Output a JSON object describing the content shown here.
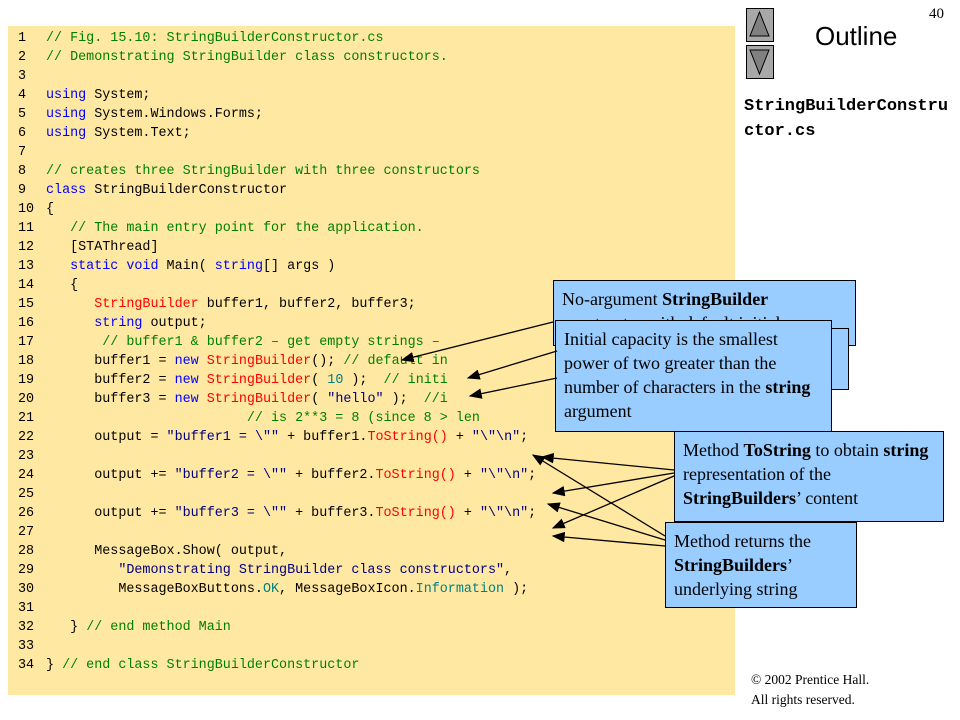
{
  "slide": {
    "page_number": "40",
    "outline_label": "Outline",
    "file_name": "StringBuilderConstructor.cs",
    "copyright_line1": "© 2002 Prentice Hall.",
    "copyright_line2": "All rights reserved."
  },
  "navigation": {
    "up": "up-arrow-icon",
    "down": "down-arrow-icon",
    "button_color": "#a8a8a8"
  },
  "code_lines": [
    {
      "n": "1",
      "parts": [
        {
          "t": "// Fig. 15.10: StringBuilderConstructor.cs",
          "c": "c"
        }
      ]
    },
    {
      "n": "2",
      "parts": [
        {
          "t": "// Demonstrating StringBuilder class constructors.",
          "c": "c"
        }
      ]
    },
    {
      "n": "3",
      "parts": []
    },
    {
      "n": "4",
      "parts": [
        {
          "t": "using",
          "c": "k"
        },
        {
          "t": " System;",
          "c": "p"
        }
      ]
    },
    {
      "n": "5",
      "parts": [
        {
          "t": "using",
          "c": "k"
        },
        {
          "t": " System.Windows.Forms;",
          "c": "p"
        }
      ]
    },
    {
      "n": "6",
      "parts": [
        {
          "t": "using",
          "c": "k"
        },
        {
          "t": " System.Text;",
          "c": "p"
        }
      ]
    },
    {
      "n": "7",
      "parts": []
    },
    {
      "n": "8",
      "parts": [
        {
          "t": "// creates three StringBuilder with three constructors",
          "c": "c"
        }
      ]
    },
    {
      "n": "9",
      "parts": [
        {
          "t": "class",
          "c": "k"
        },
        {
          "t": " StringBuilderConstructor",
          "c": "p"
        }
      ]
    },
    {
      "n": "10",
      "parts": [
        {
          "t": "{",
          "c": "p"
        }
      ]
    },
    {
      "n": "11",
      "parts": [
        {
          "t": "   // The main entry point for the application.",
          "c": "c"
        }
      ]
    },
    {
      "n": "12",
      "parts": [
        {
          "t": "   [STAThread]",
          "c": "p"
        }
      ]
    },
    {
      "n": "13",
      "parts": [
        {
          "t": "   ",
          "c": "p"
        },
        {
          "t": "static void",
          "c": "k"
        },
        {
          "t": " Main( ",
          "c": "p"
        },
        {
          "t": "string",
          "c": "k"
        },
        {
          "t": "[] args )",
          "c": "p"
        }
      ]
    },
    {
      "n": "14",
      "parts": [
        {
          "t": "   {",
          "c": "p"
        }
      ]
    },
    {
      "n": "15",
      "parts": [
        {
          "t": "      ",
          "c": "p"
        },
        {
          "t": "StringBuilder",
          "c": "t"
        },
        {
          "t": " buffer1, buffer2, buffer3;",
          "c": "p"
        }
      ]
    },
    {
      "n": "16",
      "parts": [
        {
          "t": "      ",
          "c": "p"
        },
        {
          "t": "string",
          "c": "k"
        },
        {
          "t": " output;",
          "c": "p"
        }
      ]
    },
    {
      "n": "17",
      "parts": [
        {
          "t": "       // buffer1 & buffer2 – get empty strings –",
          "c": "c"
        }
      ]
    },
    {
      "n": "18",
      "parts": [
        {
          "t": "      buffer1 = ",
          "c": "p"
        },
        {
          "t": "new",
          "c": "k"
        },
        {
          "t": " ",
          "c": "p"
        },
        {
          "t": "StringBuilder",
          "c": "t"
        },
        {
          "t": "(); ",
          "c": "p"
        },
        {
          "t": "// default in",
          "c": "c"
        }
      ]
    },
    {
      "n": "19",
      "parts": [
        {
          "t": "      buffer2 = ",
          "c": "p"
        },
        {
          "t": "new",
          "c": "k"
        },
        {
          "t": " ",
          "c": "p"
        },
        {
          "t": "StringBuilder",
          "c": "t"
        },
        {
          "t": "( ",
          "c": "p"
        },
        {
          "t": "10",
          "c": "a"
        },
        {
          "t": " );  ",
          "c": "p"
        },
        {
          "t": "// initi",
          "c": "c"
        }
      ]
    },
    {
      "n": "20",
      "parts": [
        {
          "t": "      buffer3 = ",
          "c": "p"
        },
        {
          "t": "new",
          "c": "k"
        },
        {
          "t": " ",
          "c": "p"
        },
        {
          "t": "StringBuilder",
          "c": "t"
        },
        {
          "t": "( ",
          "c": "p"
        },
        {
          "t": "\"hello\"",
          "c": "s"
        },
        {
          "t": " );  ",
          "c": "p"
        },
        {
          "t": "//i",
          "c": "c"
        }
      ]
    },
    {
      "n": "21",
      "parts": [
        {
          "t": "                         // is 2**3 = 8 (since 8 > len",
          "c": "c"
        }
      ]
    },
    {
      "n": "22",
      "parts": [
        {
          "t": "      output = ",
          "c": "p"
        },
        {
          "t": "\"buffer1 = \\\"\"",
          "c": "s"
        },
        {
          "t": " + buffer1.",
          "c": "p"
        },
        {
          "t": "ToString()",
          "c": "t"
        },
        {
          "t": " + ",
          "c": "p"
        },
        {
          "t": "\"\\\"\\n\"",
          "c": "s"
        },
        {
          "t": ";",
          "c": "p"
        }
      ]
    },
    {
      "n": "23",
      "parts": []
    },
    {
      "n": "24",
      "parts": [
        {
          "t": "      output += ",
          "c": "p"
        },
        {
          "t": "\"buffer2 = \\\"\"",
          "c": "s"
        },
        {
          "t": " + buffer2.",
          "c": "p"
        },
        {
          "t": "ToString()",
          "c": "t"
        },
        {
          "t": " + ",
          "c": "p"
        },
        {
          "t": "\"\\\"\\n\"",
          "c": "s"
        },
        {
          "t": ";",
          "c": "p"
        }
      ]
    },
    {
      "n": "25",
      "parts": []
    },
    {
      "n": "26",
      "parts": [
        {
          "t": "      output += ",
          "c": "p"
        },
        {
          "t": "\"buffer3 = \\\"\"",
          "c": "s"
        },
        {
          "t": " + buffer3.",
          "c": "p"
        },
        {
          "t": "ToString()",
          "c": "t"
        },
        {
          "t": " + ",
          "c": "p"
        },
        {
          "t": "\"\\\"\\n\"",
          "c": "s"
        },
        {
          "t": ";",
          "c": "p"
        }
      ]
    },
    {
      "n": "27",
      "parts": []
    },
    {
      "n": "28",
      "parts": [
        {
          "t": "      MessageBox.Show( output,",
          "c": "p"
        }
      ]
    },
    {
      "n": "29",
      "parts": [
        {
          "t": "         ",
          "c": "p"
        },
        {
          "t": "\"Demonstrating StringBuilder class constructors\"",
          "c": "s"
        },
        {
          "t": ",",
          "c": "p"
        }
      ]
    },
    {
      "n": "30",
      "parts": [
        {
          "t": "         MessageBoxButtons.",
          "c": "p"
        },
        {
          "t": "OK",
          "c": "a"
        },
        {
          "t": ", MessageBoxIcon.",
          "c": "p"
        },
        {
          "t": "Information",
          "c": "a"
        },
        {
          "t": " );",
          "c": "p"
        }
      ]
    },
    {
      "n": "31",
      "parts": []
    },
    {
      "n": "32",
      "parts": [
        {
          "t": "   } ",
          "c": "p"
        },
        {
          "t": "// end method Main",
          "c": "c"
        }
      ]
    },
    {
      "n": "33",
      "parts": []
    },
    {
      "n": "34",
      "parts": [
        {
          "t": "} ",
          "c": "p"
        },
        {
          "t": "// end class StringBuilderConstructor",
          "c": "c"
        }
      ]
    }
  ],
  "callouts": [
    {
      "id": "1",
      "parts": [
        {
          "t": "No-argument ",
          "b": false
        },
        {
          "t": "StringBuilder",
          "b": true
        },
        {
          "t": " constructor with default initial",
          "b": false
        }
      ]
    },
    {
      "id": "2",
      "parts": [
        {
          "t": "Ini",
          "b": false
        }
      ]
    },
    {
      "id": "3",
      "parts": [
        {
          "t": "Initial capacity is the smallest power of two greater than the number of characters in the ",
          "b": false
        },
        {
          "t": "string",
          "b": true
        },
        {
          "t": " argument",
          "b": false
        }
      ]
    },
    {
      "id": "4",
      "parts": [
        {
          "t": "Method ",
          "b": false
        },
        {
          "t": "ToString",
          "b": true
        },
        {
          "t": " to obtain ",
          "b": false
        },
        {
          "t": "string",
          "b": true
        },
        {
          "t": " representation of the ",
          "b": false
        },
        {
          "t": "StringBuilders",
          "b": true
        },
        {
          "t": "’ content",
          "b": false
        }
      ]
    },
    {
      "id": "5",
      "parts": [
        {
          "t": "Method returns the ",
          "b": false
        },
        {
          "t": "StringBuilders",
          "b": true
        },
        {
          "t": "’ underlying string",
          "b": false
        }
      ]
    }
  ],
  "colors": {
    "code_background": "#ffe8a2",
    "callout_background": "#99ccff",
    "keyword": "#0000ff",
    "comment": "#008000",
    "string_literal": "#000080",
    "type_name": "#ff0000",
    "literal_value": "#008080"
  }
}
